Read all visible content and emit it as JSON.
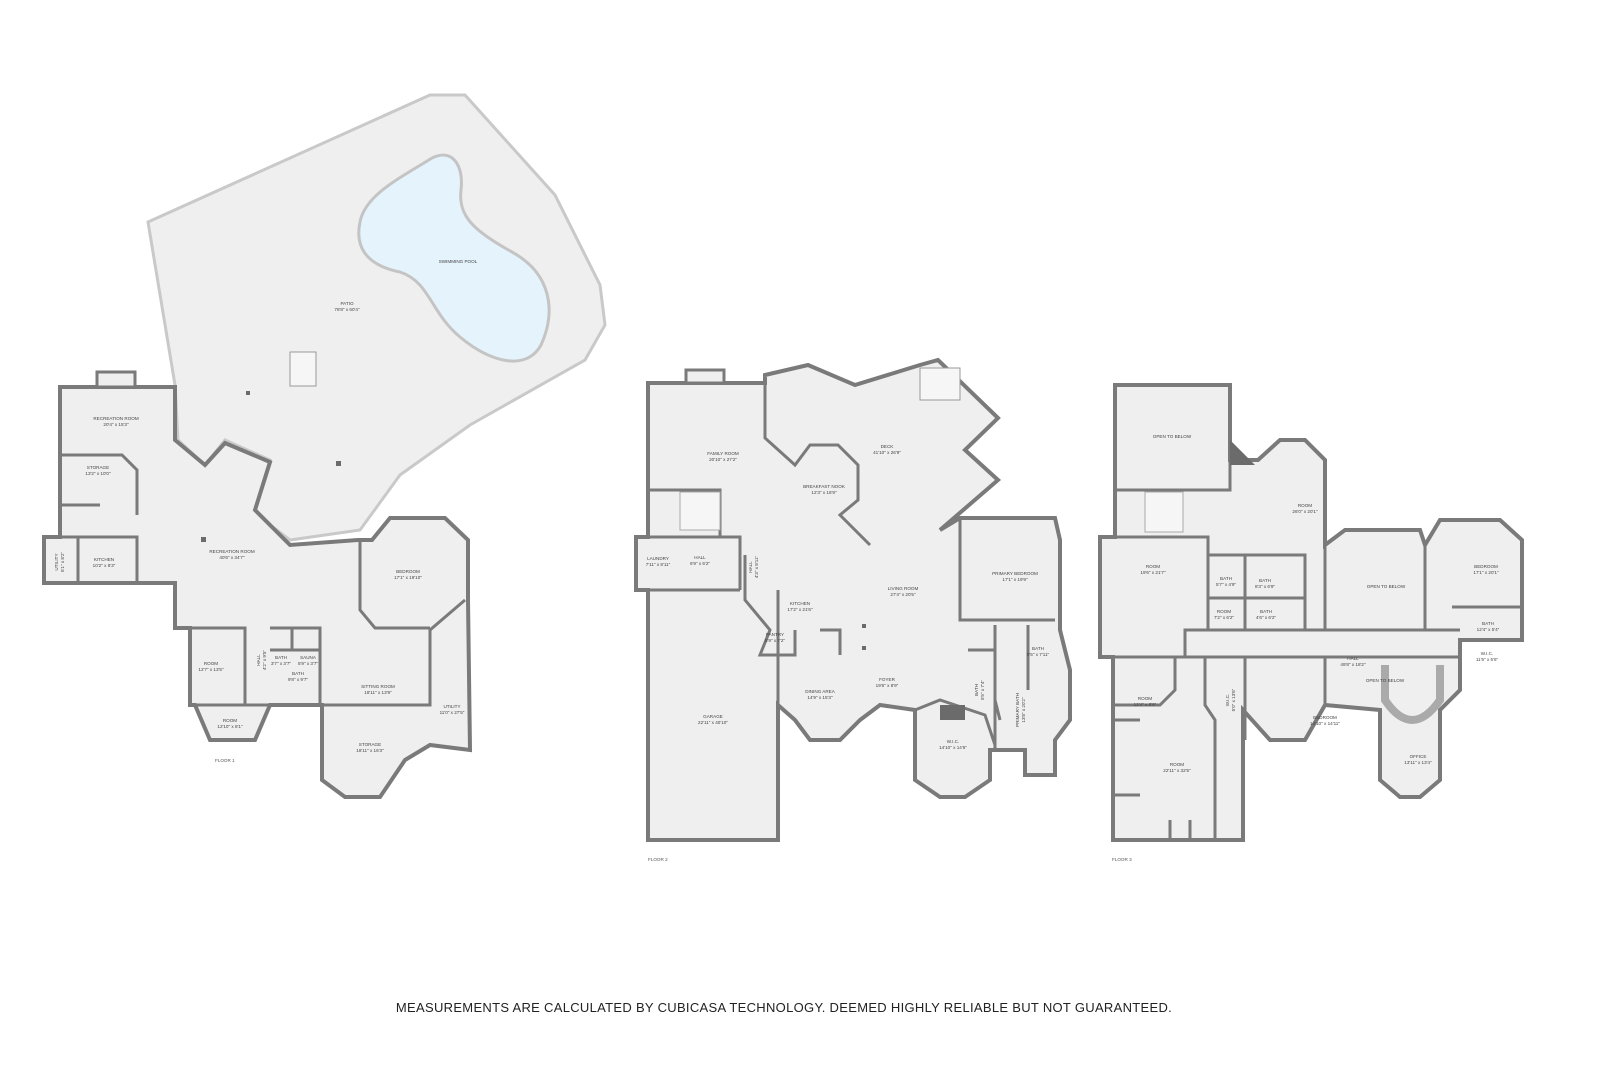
{
  "floors": [
    {
      "label": "FLOOR 1",
      "rooms": [
        {
          "name": "PATIO",
          "dims": "78'8\" x 60'4\""
        },
        {
          "name": "SWIMMING POOL",
          "dims": ""
        },
        {
          "name": "RECREATION ROOM",
          "dims": "20'4\" x 15'3\""
        },
        {
          "name": "STORAGE",
          "dims": "13'2\" x 10'0\""
        },
        {
          "name": "UTILITY",
          "dims": "5'1\" x 8'2\""
        },
        {
          "name": "KITCHEN",
          "dims": "10'2\" x 8'3\""
        },
        {
          "name": "RECREATION ROOM",
          "dims": "40'6\" x 34'7\""
        },
        {
          "name": "BEDROOM",
          "dims": "17'1\" x 19'10\""
        },
        {
          "name": "ROOM",
          "dims": "12'7\" x 13'5\""
        },
        {
          "name": "HALL",
          "dims": "4'2\" x 9'5\""
        },
        {
          "name": "BATH",
          "dims": "3'7\" x 3'7\""
        },
        {
          "name": "SAUNA",
          "dims": "5'9\" x 3'7\""
        },
        {
          "name": "BATH",
          "dims": "9'8\" x 9'7\""
        },
        {
          "name": "SITTING ROOM",
          "dims": "18'11\" x 13'9\""
        },
        {
          "name": "UTILITY",
          "dims": "11'0\" x 27'5\""
        },
        {
          "name": "ROOM",
          "dims": "12'10\" x 8'1\""
        },
        {
          "name": "STORAGE",
          "dims": "18'11\" x 16'3\""
        }
      ]
    },
    {
      "label": "FLOOR 2",
      "rooms": [
        {
          "name": "FAMILY ROOM",
          "dims": "20'10\" x 27'2\""
        },
        {
          "name": "DECK",
          "dims": "41'10\" x 26'9\""
        },
        {
          "name": "BREAKFAST NOOK",
          "dims": "12'3\" x 16'9\""
        },
        {
          "name": "LAUNDRY",
          "dims": "7'11\" x 8'11\""
        },
        {
          "name": "HALL",
          "dims": "6'9\" x 6'2\""
        },
        {
          "name": "HALL",
          "dims": "4'3\" x 8'11\""
        },
        {
          "name": "KITCHEN",
          "dims": "17'2\" x 21'6\""
        },
        {
          "name": "PANTRY",
          "dims": "5'9\" x 7'2\""
        },
        {
          "name": "LIVING ROOM",
          "dims": "27'4\" x 20'5\""
        },
        {
          "name": "PRIMARY BEDROOM",
          "dims": "17'1\" x 19'9\""
        },
        {
          "name": "BATH",
          "dims": "5'5\" x 7'11\""
        },
        {
          "name": "BATH",
          "dims": "5'5\" x 7'4\""
        },
        {
          "name": "PRIMARY BATH",
          "dims": "13'8\" x 20'2\""
        },
        {
          "name": "FOYER",
          "dims": "19'6\" x 8'9\""
        },
        {
          "name": "DINING AREA",
          "dims": "14'9\" x 15'3\""
        },
        {
          "name": "GARAGE",
          "dims": "22'11\" x 40'10\""
        },
        {
          "name": "W.I.C.",
          "dims": "14'10\" x 14'6\""
        }
      ]
    },
    {
      "label": "FLOOR 3",
      "rooms": [
        {
          "name": "OPEN TO BELOW",
          "dims": ""
        },
        {
          "name": "ROOM",
          "dims": "26'0\" x 20'1\""
        },
        {
          "name": "ROOM",
          "dims": "19'6\" x 21'7\""
        },
        {
          "name": "BATH",
          "dims": "5'7\" x 4'9\""
        },
        {
          "name": "BATH",
          "dims": "8'3\" x 6'9\""
        },
        {
          "name": "ROOM",
          "dims": "7'2\" x 6'2\""
        },
        {
          "name": "BATH",
          "dims": "4'6\" x 6'2\""
        },
        {
          "name": "OPEN TO BELOW",
          "dims": ""
        },
        {
          "name": "BEDROOM",
          "dims": "17'1\" x 20'1\""
        },
        {
          "name": "BATH",
          "dims": "12'4\" x 5'4\""
        },
        {
          "name": "W.I.C.",
          "dims": "11'5\" x 5'6\""
        },
        {
          "name": "HALL",
          "dims": "49'8\" x 18'2\""
        },
        {
          "name": "ROOM",
          "dims": "12'4\" x 8'9\""
        },
        {
          "name": "W.I.C.",
          "dims": "5'0\" x 13'6\""
        },
        {
          "name": "BEDROOM",
          "dims": "14'10\" x 14'11\""
        },
        {
          "name": "OPEN TO BELOW",
          "dims": ""
        },
        {
          "name": "ROOM",
          "dims": "22'11\" x 32'5\""
        },
        {
          "name": "OFFICE",
          "dims": "13'11\" x 13'4\""
        }
      ]
    }
  ],
  "disclaimer": "MEASUREMENTS ARE CALCULATED BY CUBICASA TECHNOLOGY. DEEMED HIGHLY RELIABLE BUT NOT GUARANTEED.",
  "colors": {
    "wall": "#7a7a7a",
    "floor": "#efefef",
    "pool": "#e5f3fc"
  }
}
